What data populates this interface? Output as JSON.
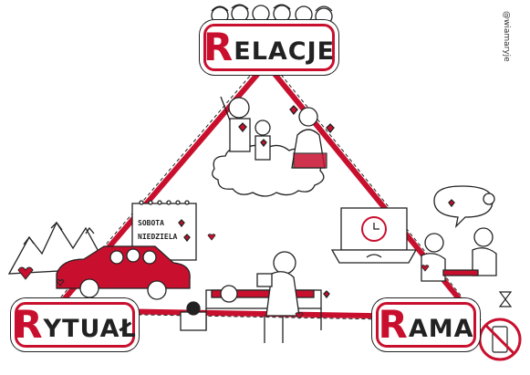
{
  "nodes": {
    "relacje": {
      "initial": "R",
      "rest": "ELACJE"
    },
    "rytual": {
      "initial": "R",
      "rest": "YTUAŁ"
    },
    "rama": {
      "initial": "R",
      "rest": "AMA"
    }
  },
  "calendar": {
    "line1": "SOBOTA",
    "line2": "NIEDZIELA"
  },
  "author_handle": "@wiamaryje",
  "colors": {
    "accent": "#c8102e",
    "ink": "#222222"
  }
}
